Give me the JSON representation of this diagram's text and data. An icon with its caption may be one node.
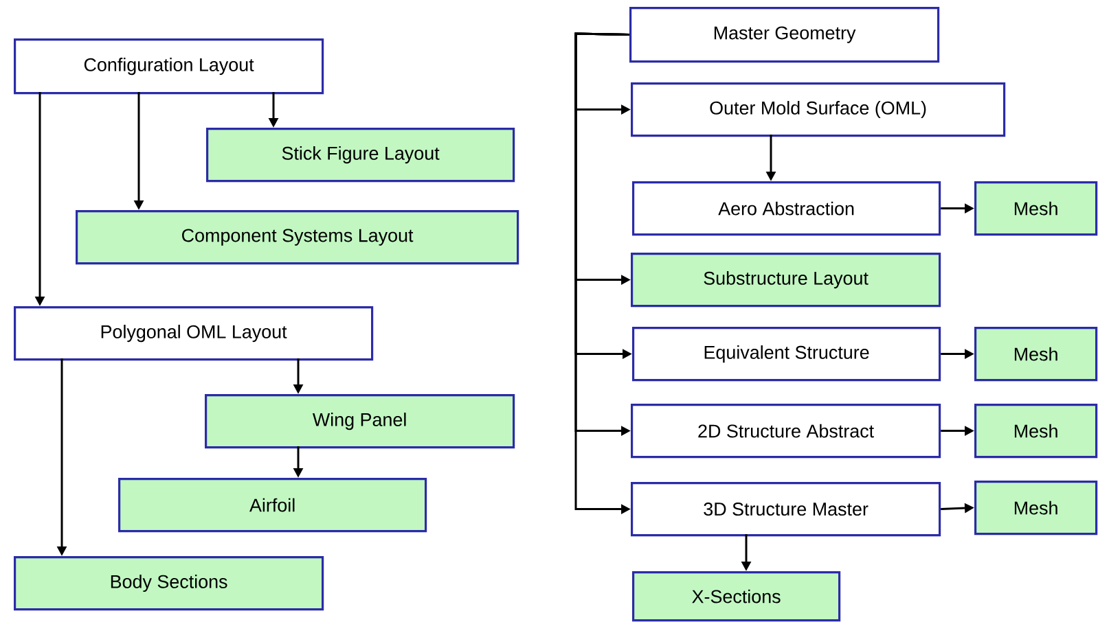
{
  "diagram": {
    "nodes": [
      {
        "text": [
          "Configuration Layout"
        ]
      },
      {
        "text": [
          "Stick Figure Layout"
        ]
      },
      {
        "text": [
          "Component Systems Layout"
        ]
      },
      {
        "text": [
          "Polygonal OML Layout"
        ]
      },
      {
        "text": [
          "Wing Panel"
        ]
      },
      {
        "text": [
          "Airfoil"
        ]
      },
      {
        "text": [
          "Body Sections"
        ]
      },
      {
        "text": [
          "Master Geometry"
        ]
      },
      {
        "text": [
          "Outer Mold Surface (OML)"
        ]
      },
      {
        "text": [
          "Aero Abstraction"
        ]
      },
      {
        "text": [
          "Mesh"
        ]
      },
      {
        "text": [
          "Substructure Layout"
        ]
      },
      {
        "text": [
          "Equivalent Structure"
        ]
      },
      {
        "text": [
          "Mesh"
        ]
      },
      {
        "text": [
          "2D Structure Abstract"
        ]
      },
      {
        "text": [
          "Mesh"
        ]
      },
      {
        "text": [
          "3D Structure Master"
        ]
      },
      {
        "text": [
          "Mesh"
        ]
      },
      {
        "text": [
          "X-Sections"
        ]
      }
    ],
    "edges": [
      {
        "from": 0,
        "to": 1,
        "arrow": "to"
      },
      {
        "from": 0,
        "to": 2,
        "arrow": "to"
      },
      {
        "from": 0,
        "to": 3,
        "arrow": "to"
      },
      {
        "from": 3,
        "to": 4,
        "arrow": "to"
      },
      {
        "from": 4,
        "to": 5,
        "arrow": "to"
      },
      {
        "from": 3,
        "to": 6,
        "arrow": "to"
      },
      {
        "from": 7,
        "to": 8,
        "arrow": "to"
      },
      {
        "from": 8,
        "to": 9,
        "arrow": "to"
      },
      {
        "from": 9,
        "to": 10,
        "arrow": "to"
      },
      {
        "from": 7,
        "to": 11,
        "arrow": "to"
      },
      {
        "from": 7,
        "to": 12,
        "arrow": "to"
      },
      {
        "from": 12,
        "to": 13,
        "arrow": "to"
      },
      {
        "from": 7,
        "to": 14,
        "arrow": "to"
      },
      {
        "from": 14,
        "to": 15,
        "arrow": "to"
      },
      {
        "from": 7,
        "to": 16,
        "arrow": "to"
      },
      {
        "from": 16,
        "to": 17,
        "arrow": "to"
      },
      {
        "from": 16,
        "to": 18,
        "arrow": "to"
      }
    ]
  }
}
